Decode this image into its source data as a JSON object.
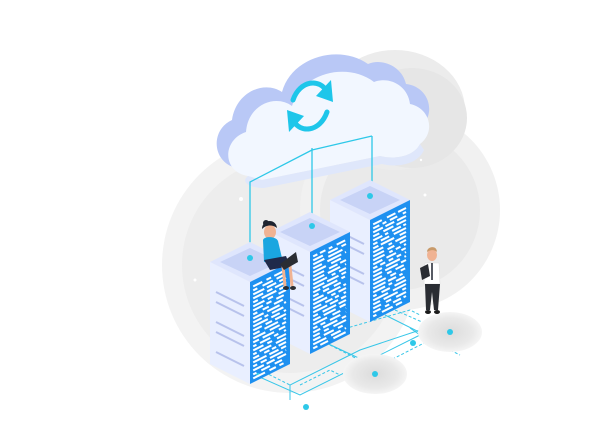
{
  "illustration": {
    "title": "Isometric cloud server data sync illustration",
    "description": "Cloud with sync arrows connected by network lines to three server racks; a woman sits on a rack with a laptop and a man stands holding a tablet.",
    "elements": {
      "cloud": "cloud",
      "sync_icon": "sync-arrows",
      "servers": [
        "server-rack-left",
        "server-rack-middle",
        "server-rack-right"
      ],
      "people": [
        "woman-with-laptop",
        "man-with-tablet"
      ],
      "nodes": [
        "network-node-center",
        "network-node-right"
      ]
    }
  },
  "colors": {
    "accent": "#2ec8e8",
    "server_panel": "#1e90f0",
    "server_body": "#e9efff",
    "server_side": "#d6defb",
    "cloud_front": "#f2f7ff",
    "cloud_back": "#b9c8f6",
    "halo": "#e6e6e6",
    "person_shirt": "#1aa6e0",
    "dark": "#2a2d33"
  }
}
